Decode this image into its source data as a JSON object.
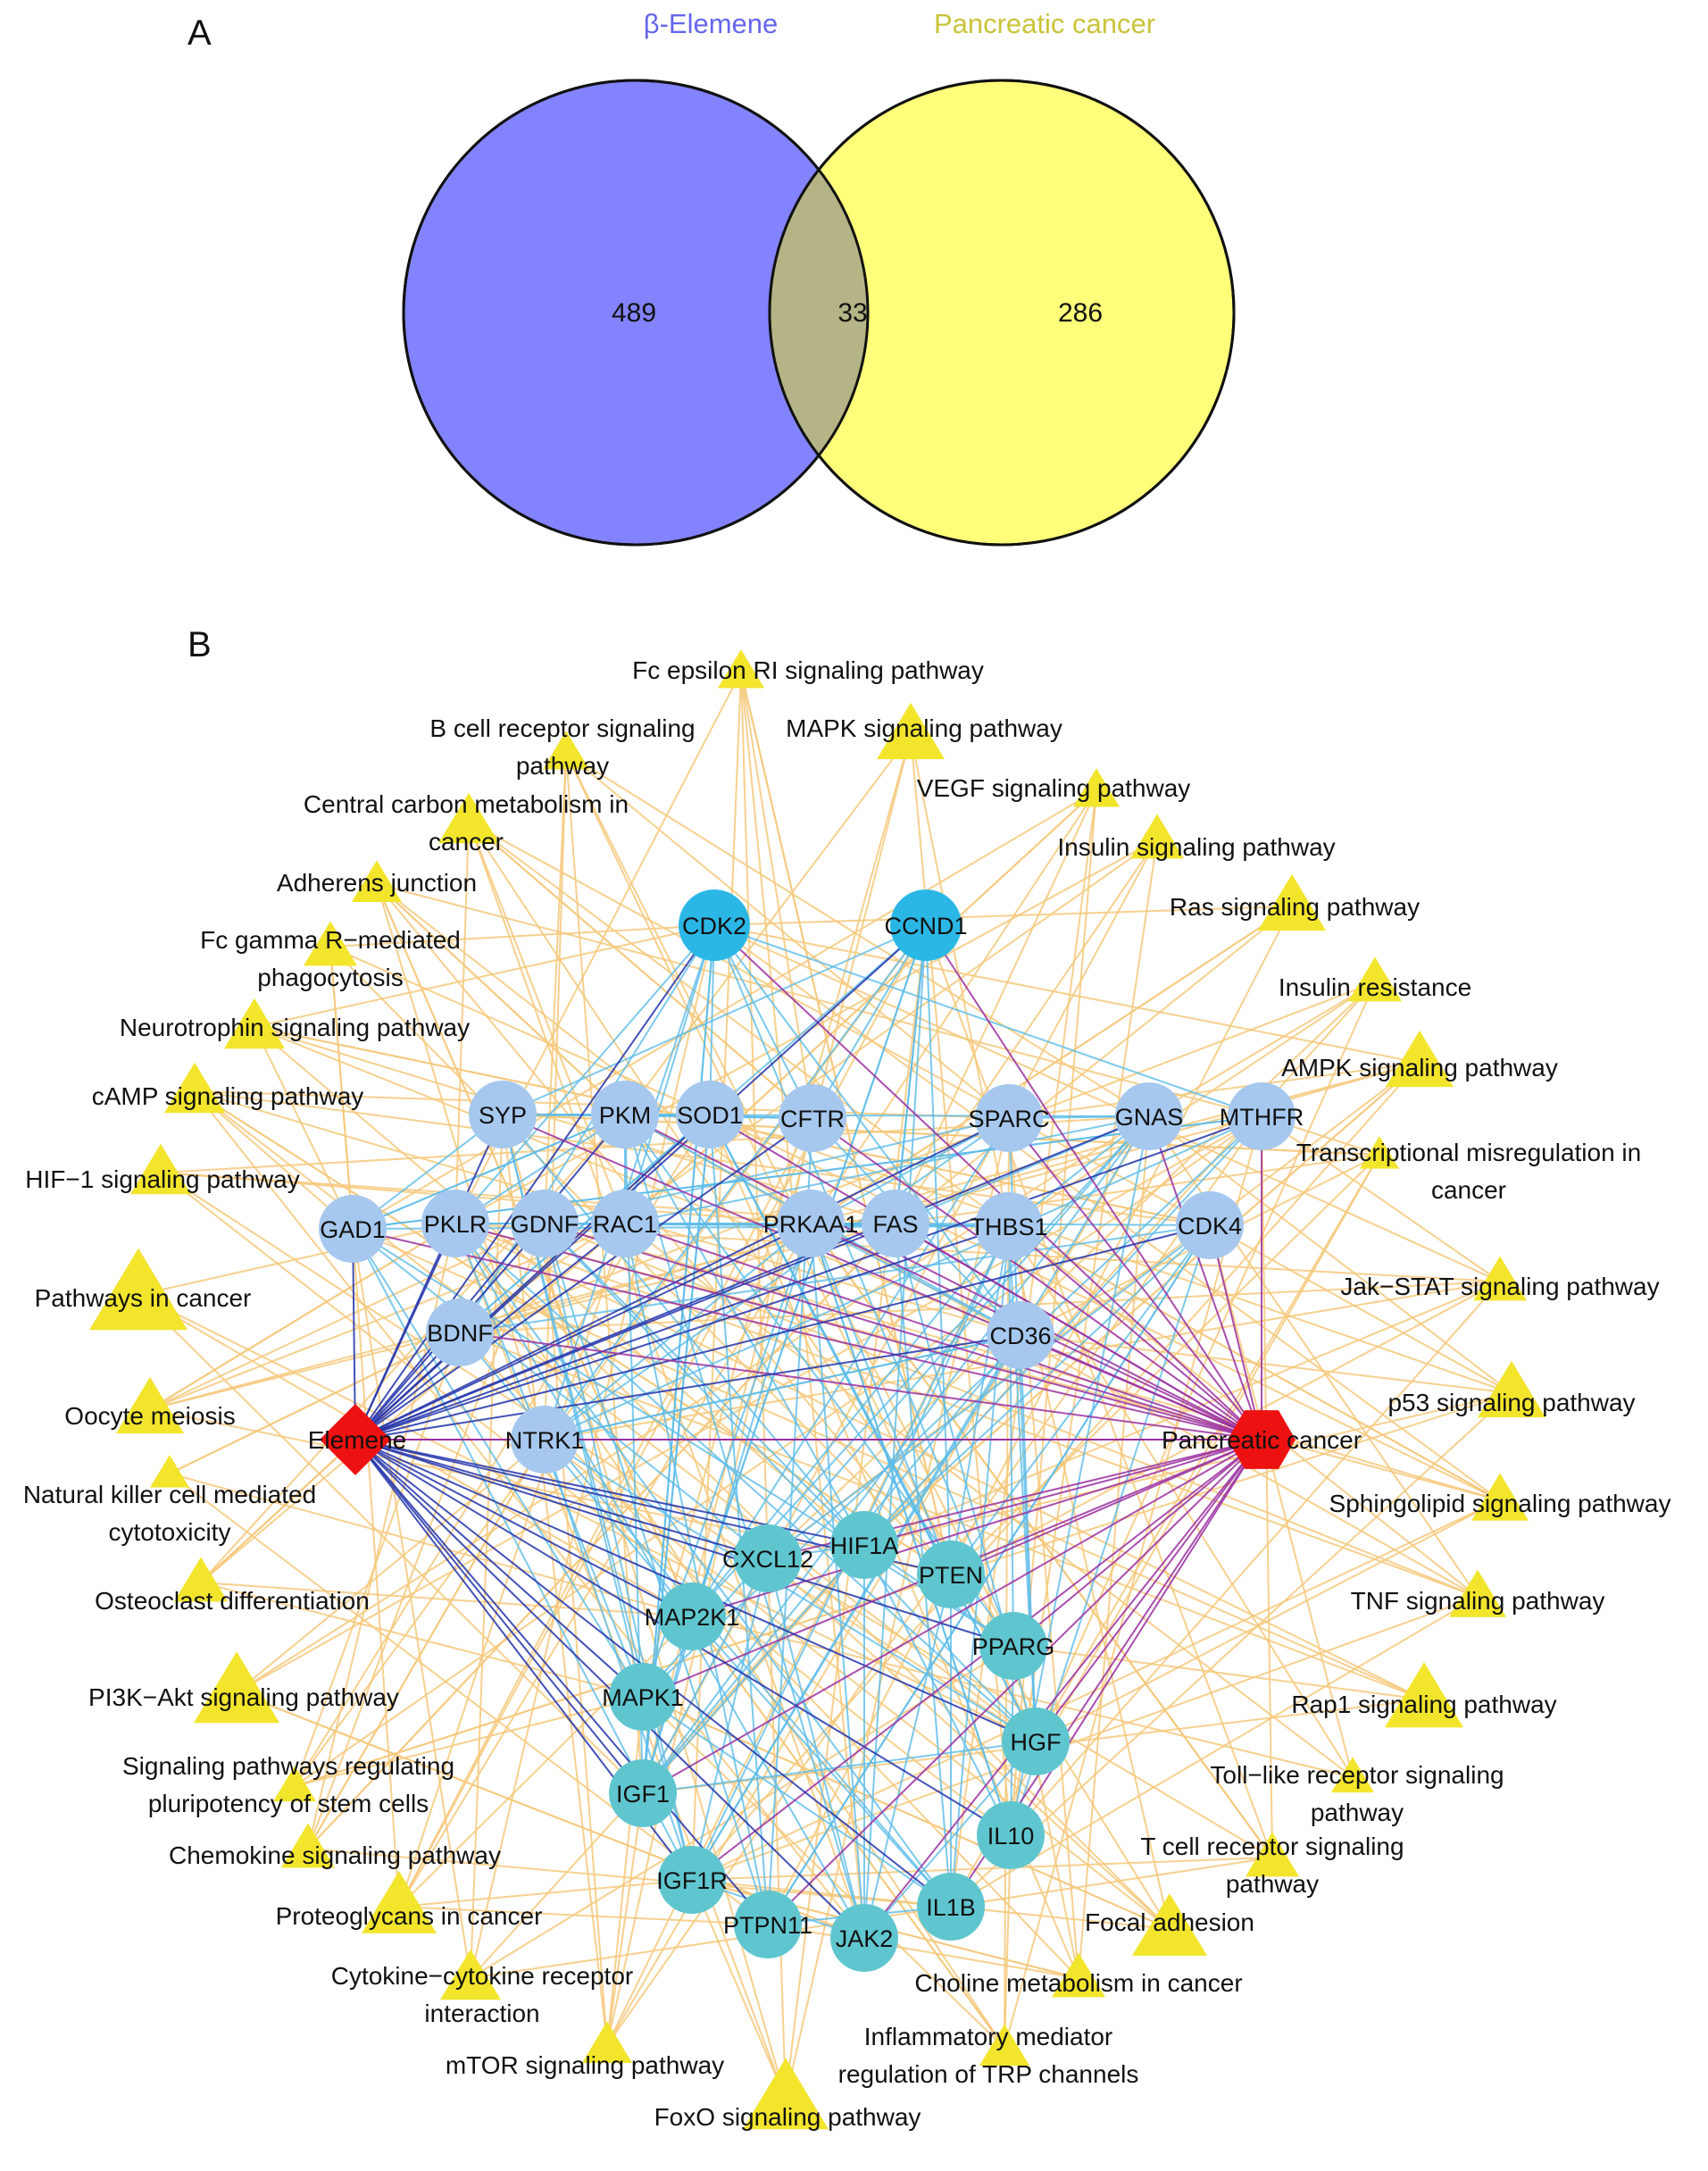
{
  "panels": {
    "a": "A",
    "b": "B"
  },
  "venn": {
    "left": {
      "label": "β-Elemene",
      "count": "489",
      "color": "#8383ff",
      "title_color": "#6666ee"
    },
    "right": {
      "label": "Pancreatic cancer",
      "count": "286",
      "color": "#ffff7a",
      "title_color": "#c8c43a"
    },
    "overlap": {
      "count": "33",
      "color": "#b5b486"
    }
  },
  "network": {
    "colors": {
      "pathway": "#f2e52c",
      "pathway_edge": "#f6c87a",
      "target_upper": "#a6c8ef",
      "target_top": "#2bb7e6",
      "target_lower": "#5fc6d0",
      "hub": "#ee1111",
      "edge_elemene": "#2233aa",
      "edge_pancreatic": "#9a2fa0",
      "edge_ppi": "#5bbce8"
    },
    "hubs": [
      {
        "id": "elemene",
        "label": "Elemene",
        "shape": "diamond"
      },
      {
        "id": "pancreatic",
        "label": "Pancreatic cancer",
        "shape": "hexagon"
      }
    ],
    "targets": [
      {
        "label": "CDK2",
        "group": "top"
      },
      {
        "label": "CCND1",
        "group": "top"
      },
      {
        "label": "SYP",
        "group": "upper"
      },
      {
        "label": "PKM",
        "group": "upper"
      },
      {
        "label": "SOD1",
        "group": "upper"
      },
      {
        "label": "CFTR",
        "group": "upper"
      },
      {
        "label": "SPARC",
        "group": "upper"
      },
      {
        "label": "GNAS",
        "group": "upper"
      },
      {
        "label": "MTHFR",
        "group": "upper"
      },
      {
        "label": "GAD1",
        "group": "upper"
      },
      {
        "label": "PKLR",
        "group": "upper"
      },
      {
        "label": "GDNF",
        "group": "upper"
      },
      {
        "label": "RAC1",
        "group": "upper"
      },
      {
        "label": "PRKAA1",
        "group": "upper"
      },
      {
        "label": "FAS",
        "group": "upper"
      },
      {
        "label": "THBS1",
        "group": "upper"
      },
      {
        "label": "CDK4",
        "group": "upper"
      },
      {
        "label": "BDNF",
        "group": "upper"
      },
      {
        "label": "CD36",
        "group": "upper"
      },
      {
        "label": "NTRK1",
        "group": "upper"
      },
      {
        "label": "CXCL12",
        "group": "lower"
      },
      {
        "label": "HIF1A",
        "group": "lower"
      },
      {
        "label": "PTEN",
        "group": "lower"
      },
      {
        "label": "MAP2K1",
        "group": "lower"
      },
      {
        "label": "PPARG",
        "group": "lower"
      },
      {
        "label": "MAPK1",
        "group": "lower"
      },
      {
        "label": "HGF",
        "group": "lower"
      },
      {
        "label": "IGF1",
        "group": "lower"
      },
      {
        "label": "IL10",
        "group": "lower"
      },
      {
        "label": "IGF1R",
        "group": "lower"
      },
      {
        "label": "IL1B",
        "group": "lower"
      },
      {
        "label": "PTPN11",
        "group": "lower"
      },
      {
        "label": "JAK2",
        "group": "lower"
      }
    ],
    "pathways": [
      {
        "lines": [
          "Fc epsilon RI signaling pathway"
        ]
      },
      {
        "lines": [
          "B cell receptor signaling",
          "pathway"
        ]
      },
      {
        "lines": [
          "MAPK signaling pathway"
        ]
      },
      {
        "lines": [
          "VEGF signaling pathway"
        ]
      },
      {
        "lines": [
          "Central carbon metabolism in",
          "cancer"
        ]
      },
      {
        "lines": [
          "Insulin signaling pathway"
        ]
      },
      {
        "lines": [
          "Adherens junction"
        ]
      },
      {
        "lines": [
          "Ras signaling pathway"
        ]
      },
      {
        "lines": [
          "Fc gamma R−mediated",
          "phagocytosis"
        ]
      },
      {
        "lines": [
          "Insulin resistance"
        ]
      },
      {
        "lines": [
          "Neurotrophin signaling pathway"
        ]
      },
      {
        "lines": [
          "AMPK signaling pathway"
        ]
      },
      {
        "lines": [
          "cAMP signaling pathway"
        ]
      },
      {
        "lines": [
          "Transcriptional misregulation in",
          "cancer"
        ]
      },
      {
        "lines": [
          "HIF−1 signaling pathway"
        ]
      },
      {
        "lines": [
          "Pathways in cancer"
        ]
      },
      {
        "lines": [
          "Jak−STAT signaling pathway"
        ]
      },
      {
        "lines": [
          "p53 signaling pathway"
        ]
      },
      {
        "lines": [
          "Oocyte meiosis"
        ]
      },
      {
        "lines": [
          "Natural killer cell mediated",
          "cytotoxicity"
        ]
      },
      {
        "lines": [
          "Sphingolipid signaling pathway"
        ]
      },
      {
        "lines": [
          "Osteoclast differentiation"
        ]
      },
      {
        "lines": [
          "TNF signaling pathway"
        ]
      },
      {
        "lines": [
          "PI3K−Akt signaling pathway"
        ]
      },
      {
        "lines": [
          "Rap1 signaling pathway"
        ]
      },
      {
        "lines": [
          "Signaling pathways regulating",
          "pluripotency of stem cells"
        ]
      },
      {
        "lines": [
          "Toll−like receptor signaling",
          "pathway"
        ]
      },
      {
        "lines": [
          "Chemokine signaling pathway"
        ]
      },
      {
        "lines": [
          "T cell receptor signaling",
          "pathway"
        ]
      },
      {
        "lines": [
          "Proteoglycans in cancer"
        ]
      },
      {
        "lines": [
          "Focal adhesion"
        ]
      },
      {
        "lines": [
          "Cytokine−cytokine receptor",
          "interaction"
        ]
      },
      {
        "lines": [
          "Choline metabolism in cancer"
        ]
      },
      {
        "lines": [
          "Inflammatory mediator",
          "regulation of TRP channels"
        ]
      },
      {
        "lines": [
          "mTOR signaling pathway"
        ]
      },
      {
        "lines": [
          "FoxO signaling pathway"
        ]
      }
    ]
  }
}
